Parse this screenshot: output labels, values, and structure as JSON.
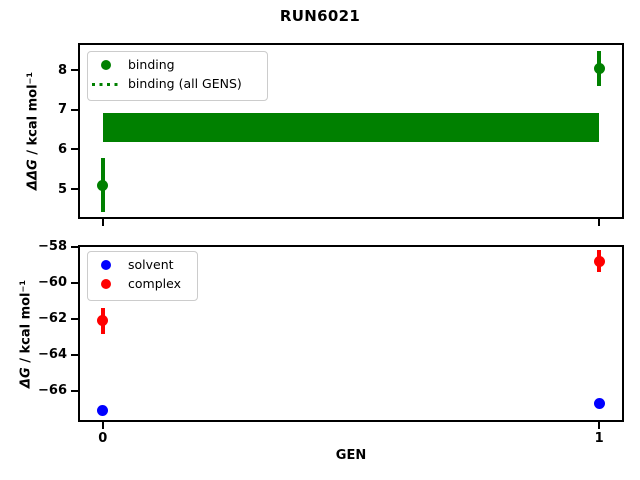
{
  "title": "RUN6021",
  "xlabel": "GEN",
  "colors": {
    "binding": "#008000",
    "solvent": "#0000ff",
    "complex": "#ff0000",
    "axis": "#000000",
    "legend_border": "#cccccc"
  },
  "chart_data": [
    {
      "type": "scatter",
      "name": "ddg-panel",
      "title": "",
      "ylabel": "ΔΔG / kcal mol⁻¹",
      "ylim": [
        4.25,
        8.68
      ],
      "yticks": [
        5,
        6,
        7,
        8
      ],
      "xlim": [
        -0.05,
        1.05
      ],
      "xticks": [
        0,
        1
      ],
      "xtick_labels_visible": false,
      "grid": false,
      "legend_position": "upper-left",
      "series": [
        {
          "name": "binding",
          "color": "#008000",
          "marker": "circle",
          "x": [
            0,
            1
          ],
          "y": [
            5.1,
            8.05
          ],
          "yerr": [
            0.68,
            0.44
          ]
        }
      ],
      "band": {
        "name": "binding (all GENS)",
        "color": "#008000",
        "x_start": 0,
        "x_end": 1,
        "y_low": 6.19,
        "y_high": 6.91
      },
      "legend": [
        {
          "label": "binding",
          "swatch": "circle",
          "color": "#008000"
        },
        {
          "label": "binding (all GENS)",
          "swatch": "dotted-line",
          "color": "#008000"
        }
      ]
    },
    {
      "type": "scatter",
      "name": "dg-panel",
      "title": "",
      "ylabel": "ΔG / kcal mol⁻¹",
      "ylim": [
        -67.72,
        -57.91
      ],
      "yticks": [
        -58,
        -60,
        -62,
        -64,
        -66
      ],
      "xlim": [
        -0.05,
        1.05
      ],
      "xticks": [
        0,
        1
      ],
      "xtick_labels_visible": true,
      "grid": false,
      "legend_position": "upper-left",
      "series": [
        {
          "name": "solvent",
          "color": "#0000ff",
          "marker": "circle",
          "x": [
            0,
            1
          ],
          "y": [
            -67.1,
            -66.7
          ],
          "yerr": [
            0.15,
            0.15
          ]
        },
        {
          "name": "complex",
          "color": "#ff0000",
          "marker": "circle",
          "x": [
            0,
            1
          ],
          "y": [
            -62.1,
            -58.8
          ],
          "yerr": [
            0.72,
            0.6
          ]
        }
      ],
      "legend": [
        {
          "label": "solvent",
          "swatch": "circle",
          "color": "#0000ff"
        },
        {
          "label": "complex",
          "swatch": "circle",
          "color": "#ff0000"
        }
      ]
    }
  ]
}
